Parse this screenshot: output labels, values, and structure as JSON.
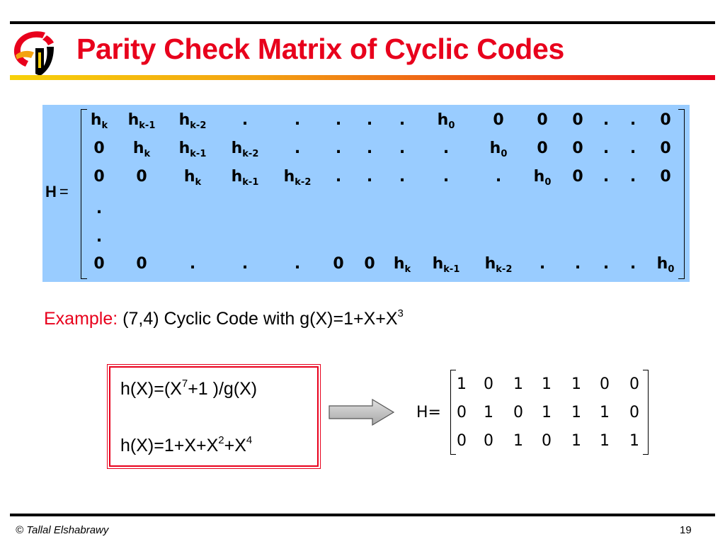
{
  "slide": {
    "title": "Parity Check Matrix of Cyclic Codes",
    "logo_icon": "university-logo",
    "colors": {
      "title": "#e8001c",
      "matrix_background": "#99ccff",
      "box_border": "#e8001c"
    }
  },
  "general_matrix": {
    "label": "H",
    "equals": "=",
    "rows": [
      [
        "h_k",
        "h_k-1",
        "h_k-2",
        ".",
        ".",
        ".",
        ".",
        ".",
        "h_0",
        "0",
        "0",
        "0",
        ".",
        ".",
        "0"
      ],
      [
        "0",
        "h_k",
        "h_k-1",
        "h_k-2",
        ".",
        ".",
        ".",
        ".",
        ".",
        "h_0",
        "0",
        "0",
        ".",
        ".",
        "0"
      ],
      [
        "0",
        "0",
        "h_k",
        "h_k-1",
        "h_k-2",
        ".",
        ".",
        ".",
        ".",
        ".",
        "h_0",
        "0",
        ".",
        ".",
        "0"
      ],
      [
        "."
      ],
      [
        "."
      ],
      [
        "0",
        "0",
        ".",
        ".",
        ".",
        "0",
        "0",
        "h_k",
        "h_k-1",
        "h_k-2",
        ".",
        ".",
        ".",
        ".",
        "h_0"
      ]
    ]
  },
  "example": {
    "label": "Example:",
    "text": "(7,4) Cyclic Code with g(X)=1+X+X",
    "exponent": "3"
  },
  "h_box": {
    "line1_before": "h(X)=(X",
    "line1_exp": "7",
    "line1_after": "+1 )/g(X)",
    "line2_before": "h(X)=1+X+X",
    "line2_exp1": "2",
    "line2_mid": "+X",
    "line2_exp2": "4"
  },
  "arrow_icon": "right-arrow-icon",
  "example_matrix": {
    "label": "H",
    "equals": "=",
    "rows": [
      [
        "1",
        "0",
        "1",
        "1",
        "1",
        "0",
        "0"
      ],
      [
        "0",
        "1",
        "0",
        "1",
        "1",
        "1",
        "0"
      ],
      [
        "0",
        "0",
        "1",
        "0",
        "1",
        "1",
        "1"
      ]
    ]
  },
  "footer": {
    "copyright": "© Tallal Elshabrawy",
    "page_number": "19"
  }
}
